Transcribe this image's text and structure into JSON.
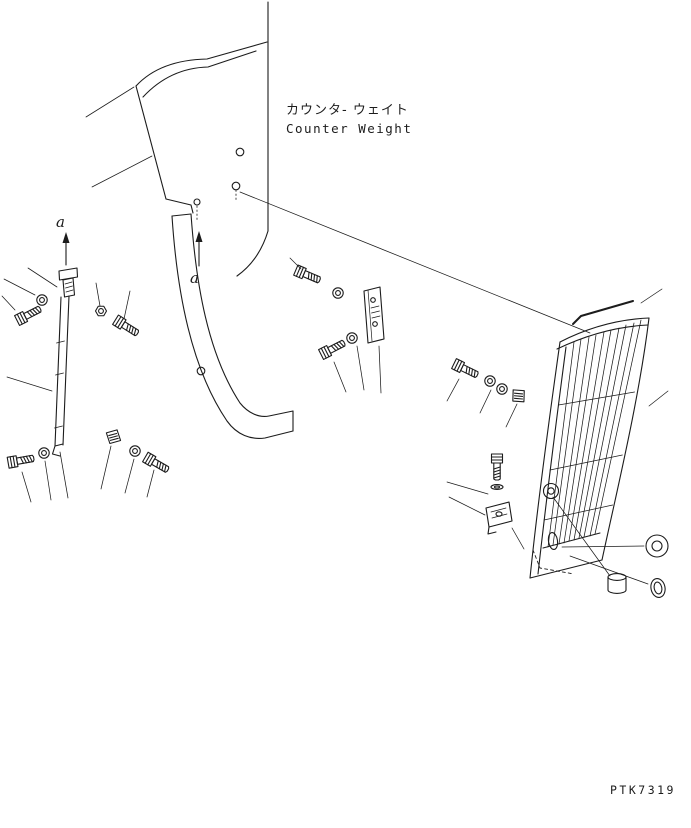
{
  "colors": {
    "line": "#1c1c1c",
    "background": "#ffffff"
  },
  "labels": {
    "title_jp": "カウンタ- ウェイト",
    "title_en": "Counter Weight",
    "section_left": "a",
    "section_rear": "a",
    "drawing_number": "PTK7319"
  }
}
